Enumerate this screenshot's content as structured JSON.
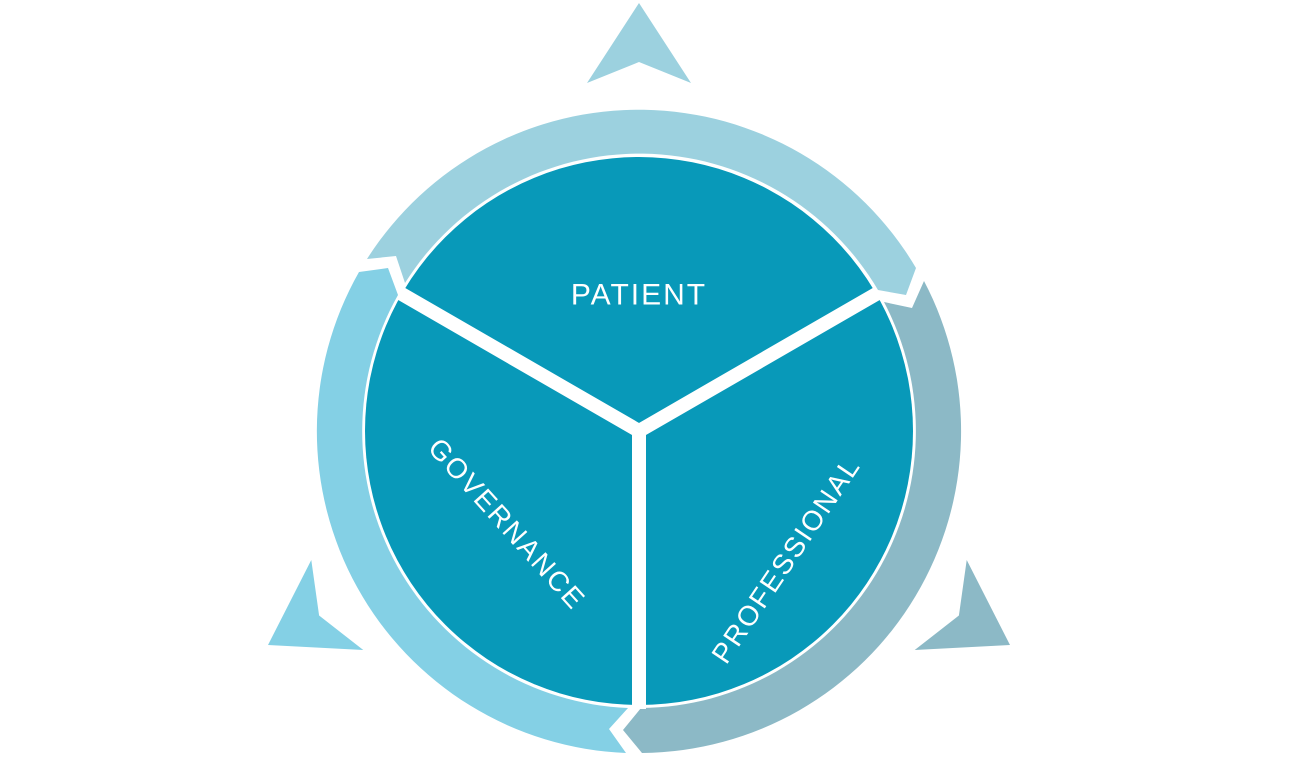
{
  "diagram": {
    "type": "segmented-cycle",
    "segments": [
      {
        "id": "patient",
        "label": "PATIENT",
        "position": "top"
      },
      {
        "id": "governance",
        "label": "GOVERNANCE",
        "position": "bottom-left"
      },
      {
        "id": "professional",
        "label": "PROFESSIONAL",
        "position": "bottom-right"
      }
    ],
    "colors": {
      "segment_fill": "#0899B9",
      "arc_top": "#9CD1DF",
      "arc_left": "#84D0E5",
      "arc_right": "#8CB9C6",
      "arrow_top": "#9CD1DF",
      "arrow_left": "#84D0E5",
      "arrow_right": "#8CB9C6",
      "divider": "#FFFFFF",
      "label_text": "#FFFFFF",
      "background": "#FFFFFF"
    }
  }
}
